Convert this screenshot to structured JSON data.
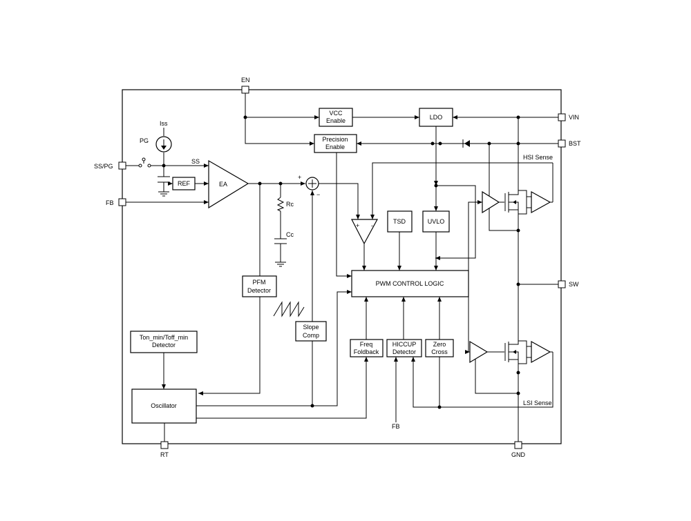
{
  "pins": {
    "en": "EN",
    "vin": "VIN",
    "bst": "BST",
    "sw": "SW",
    "gnd": "GND",
    "rt": "RT",
    "ss_pg": "SS/PG",
    "fb": "FB"
  },
  "blocks": {
    "vcc_enable": [
      "VCC",
      "Enable"
    ],
    "ldo": "LDO",
    "precision_enable": [
      "Precision",
      "Enable"
    ],
    "ref": "REF",
    "ea": "EA",
    "tsd": "TSD",
    "uvlo": "UVLO",
    "pwm": "PWM CONTROL LOGIC",
    "pfm": [
      "PFM",
      "Detector"
    ],
    "slope": [
      "Slope",
      "Comp"
    ],
    "freq": [
      "Freq",
      "Foldback"
    ],
    "hiccup": [
      "HICCUP",
      "Detector"
    ],
    "zero": [
      "Zero",
      "Cross"
    ],
    "tonmin": [
      "Ton_min/Toff_min",
      "Detector"
    ],
    "osc": "Oscillator"
  },
  "labels": {
    "iss": "Iss",
    "pg": "PG",
    "ss": "SS",
    "rc": "Rc",
    "cc": "Cc",
    "hsi": "HSI Sense",
    "lsi": "LSI Sense",
    "fb_bottom": "FB",
    "plus_sum": "+",
    "minus_sum": "−",
    "cmp_plus": "+",
    "cmp_minus": "-"
  }
}
